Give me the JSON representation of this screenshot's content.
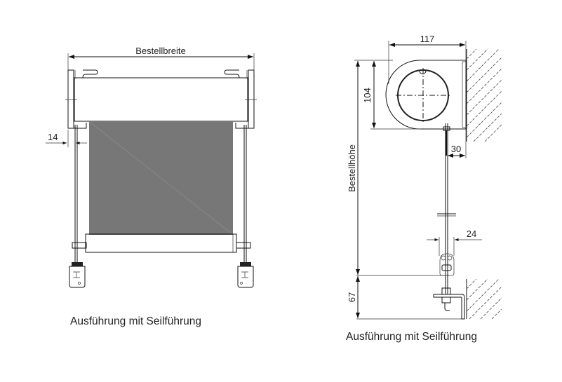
{
  "left_view": {
    "width_label": "Bestellbreite",
    "offset_label": "14",
    "caption": "Ausführung mit Seilführung",
    "fabric_color": "#777777"
  },
  "side_view": {
    "depth_label": "117",
    "box_height_label": "104",
    "height_label": "Bestellhöhe",
    "cable_offset_label": "30",
    "clip_width_label": "24",
    "bottom_label": "67",
    "caption": "Ausführung mit Seilführung"
  }
}
